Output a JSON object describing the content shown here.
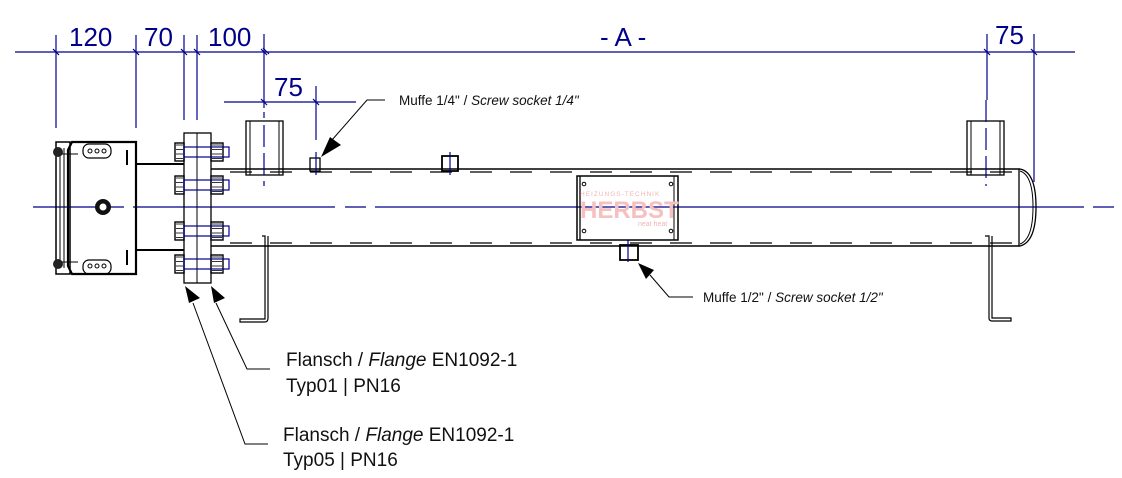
{
  "drawing": {
    "dimensions_top": [
      {
        "id": "dim-120",
        "text": "120"
      },
      {
        "id": "dim-70",
        "text": "70"
      },
      {
        "id": "dim-100",
        "text": "100"
      },
      {
        "id": "dim-A",
        "text": "- A -"
      },
      {
        "id": "dim-75-right",
        "text": "75"
      }
    ],
    "dimension_secondary": {
      "text": "75"
    },
    "labels": {
      "socket_quarter": {
        "de": "Muffe 1/4\"",
        "sep": " / ",
        "en": "Screw socket 1/4\""
      },
      "socket_half": {
        "de": "Muffe 1/2\"",
        "sep": " / ",
        "en": "Screw socket 1/2\""
      },
      "flange_typ01": {
        "line1_de": "Flansch / ",
        "line1_en": "Flange",
        "line1_std": " EN1092-1",
        "line2": "Typ01 | PN16"
      },
      "flange_typ05": {
        "line1_de": "Flansch / ",
        "line1_en": "Flange",
        "line1_std": " EN1092-1",
        "line2": "Typ05 | PN16"
      }
    },
    "nameplate": {
      "brand_top": "HEIZUNGS-TECHNIK",
      "brand_main": "HERBST",
      "brand_sub": "neat heat"
    },
    "colors": {
      "dimension": "#00008b",
      "outline": "#000000",
      "brand": "#f4b4b4"
    }
  }
}
